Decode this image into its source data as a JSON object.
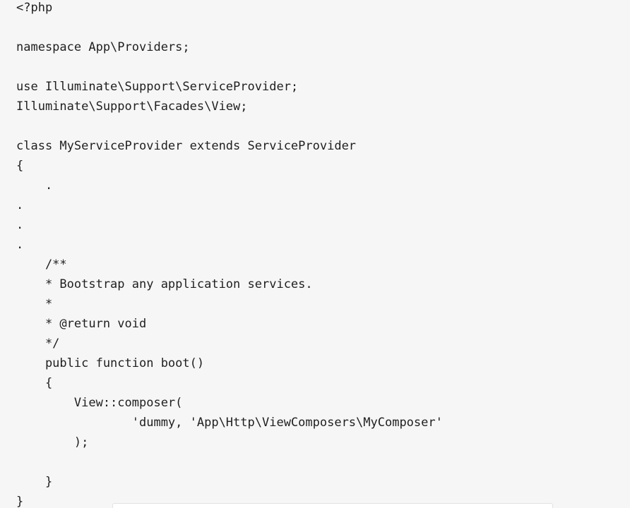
{
  "code": {
    "lines": [
      "<?php",
      "",
      "namespace App\\Providers;",
      "",
      "use Illuminate\\Support\\ServiceProvider;",
      "Illuminate\\Support\\Facades\\View;",
      "",
      "class MyServiceProvider extends ServiceProvider",
      "{",
      "    .",
      ".",
      ".",
      ".",
      "    /**",
      "    * Bootstrap any application services.",
      "    *",
      "    * @return void",
      "    */",
      "    public function boot()",
      "    {",
      "        View::composer(",
      "                'dummy, 'App\\Http\\ViewComposers\\MyComposer'",
      "        );",
      "",
      "    }",
      "}"
    ]
  }
}
